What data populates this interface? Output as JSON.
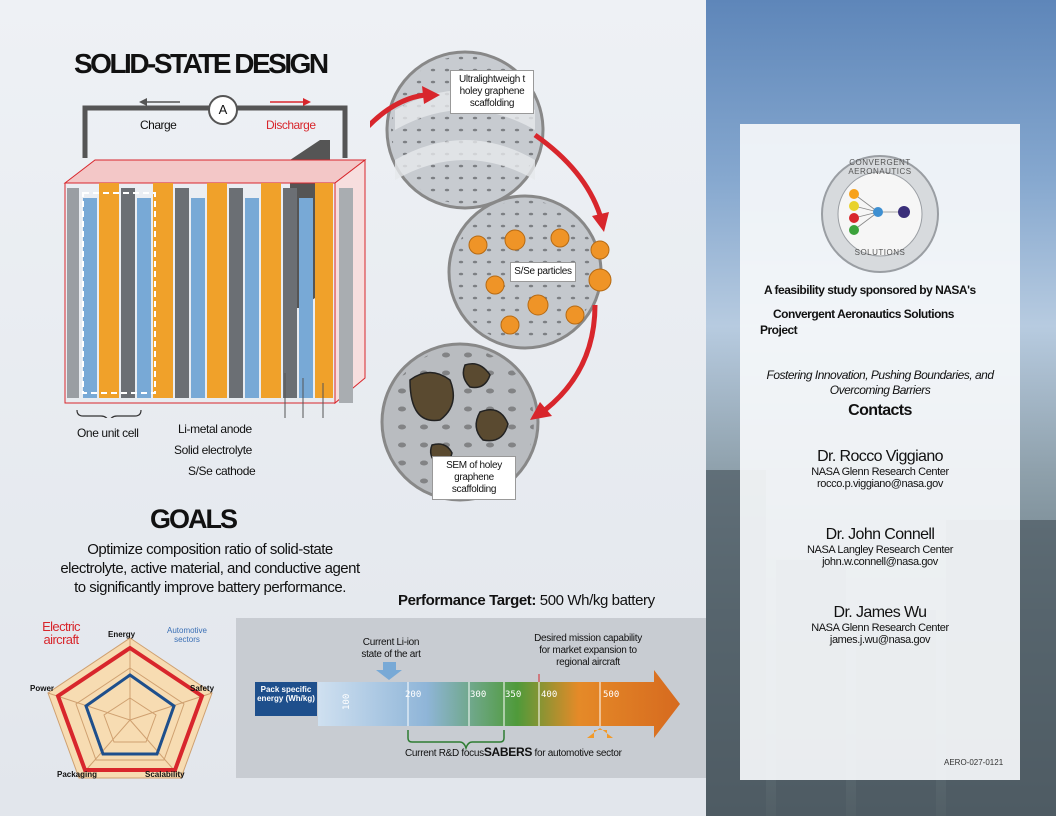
{
  "solid_state": {
    "title": "SOLID-STATE DESIGN",
    "ammeter": "A",
    "charge": "Charge",
    "discharge": "Discharge",
    "unit_cell": "One unit cell",
    "labels": [
      "Li-metal anode",
      "Solid electrolyte",
      "S/Se cathode"
    ],
    "callouts": {
      "scaffold": "Ultralightweigh t holey graphene scaffolding",
      "particles": "S/Se particles",
      "sem": "SEM of holey graphene scaffolding"
    }
  },
  "goals": {
    "title": "GOALS",
    "text": "Optimize composition ratio of solid-state electrolyte, active material, and conductive agent to significantly improve battery performance."
  },
  "radar": {
    "electric_aircraft": "Electric aircraft",
    "automotive": "Automotive sectors",
    "axes": [
      "Energy",
      "Safety",
      "Scalability",
      "Packaging",
      "Power"
    ]
  },
  "performance": {
    "label": "Performance Target:",
    "value": "500 Wh/kg battery",
    "pack_label": "Pack specific energy (Wh/kg)",
    "ticks": [
      "100",
      "200",
      "300",
      "350",
      "400",
      "500"
    ],
    "current_liion": "Current Li-ion state of the art",
    "desired": "Desired mission capability for market expansion to regional aircraft",
    "focus_prefix": "Current R&D focus",
    "focus_brand": "SABERS",
    "focus_suffix": "for automotive sector"
  },
  "panel": {
    "logo_top": "CONVERGENT AERONAUTICS",
    "logo_bottom": "SOLUTIONS",
    "study": "A feasibility study sponsored by NASA's",
    "project": "Convergent Aeronautics Solutions Project",
    "tagline": "Fostering Innovation, Pushing Boundaries, and Overcoming Barriers",
    "contacts_title": "Contacts",
    "contacts": [
      {
        "name": "Dr. Rocco Viggiano",
        "org": "NASA Glenn Research Center",
        "email": "rocco.p.viggiano@nasa.gov"
      },
      {
        "name": "Dr. John Connell",
        "org": "NASA Langley Research Center",
        "email": "john.w.connell@nasa.gov"
      },
      {
        "name": "Dr. James Wu",
        "org": "NASA Glenn Research Center",
        "email": "james.j.wu@nasa.gov"
      }
    ],
    "code": "AERO-027-0121"
  },
  "colors": {
    "orange": "#f0a12a",
    "blue": "#78a9d6",
    "grey": "#6b6f74",
    "red": "#d8262c",
    "navy": "#1e4f8c"
  }
}
